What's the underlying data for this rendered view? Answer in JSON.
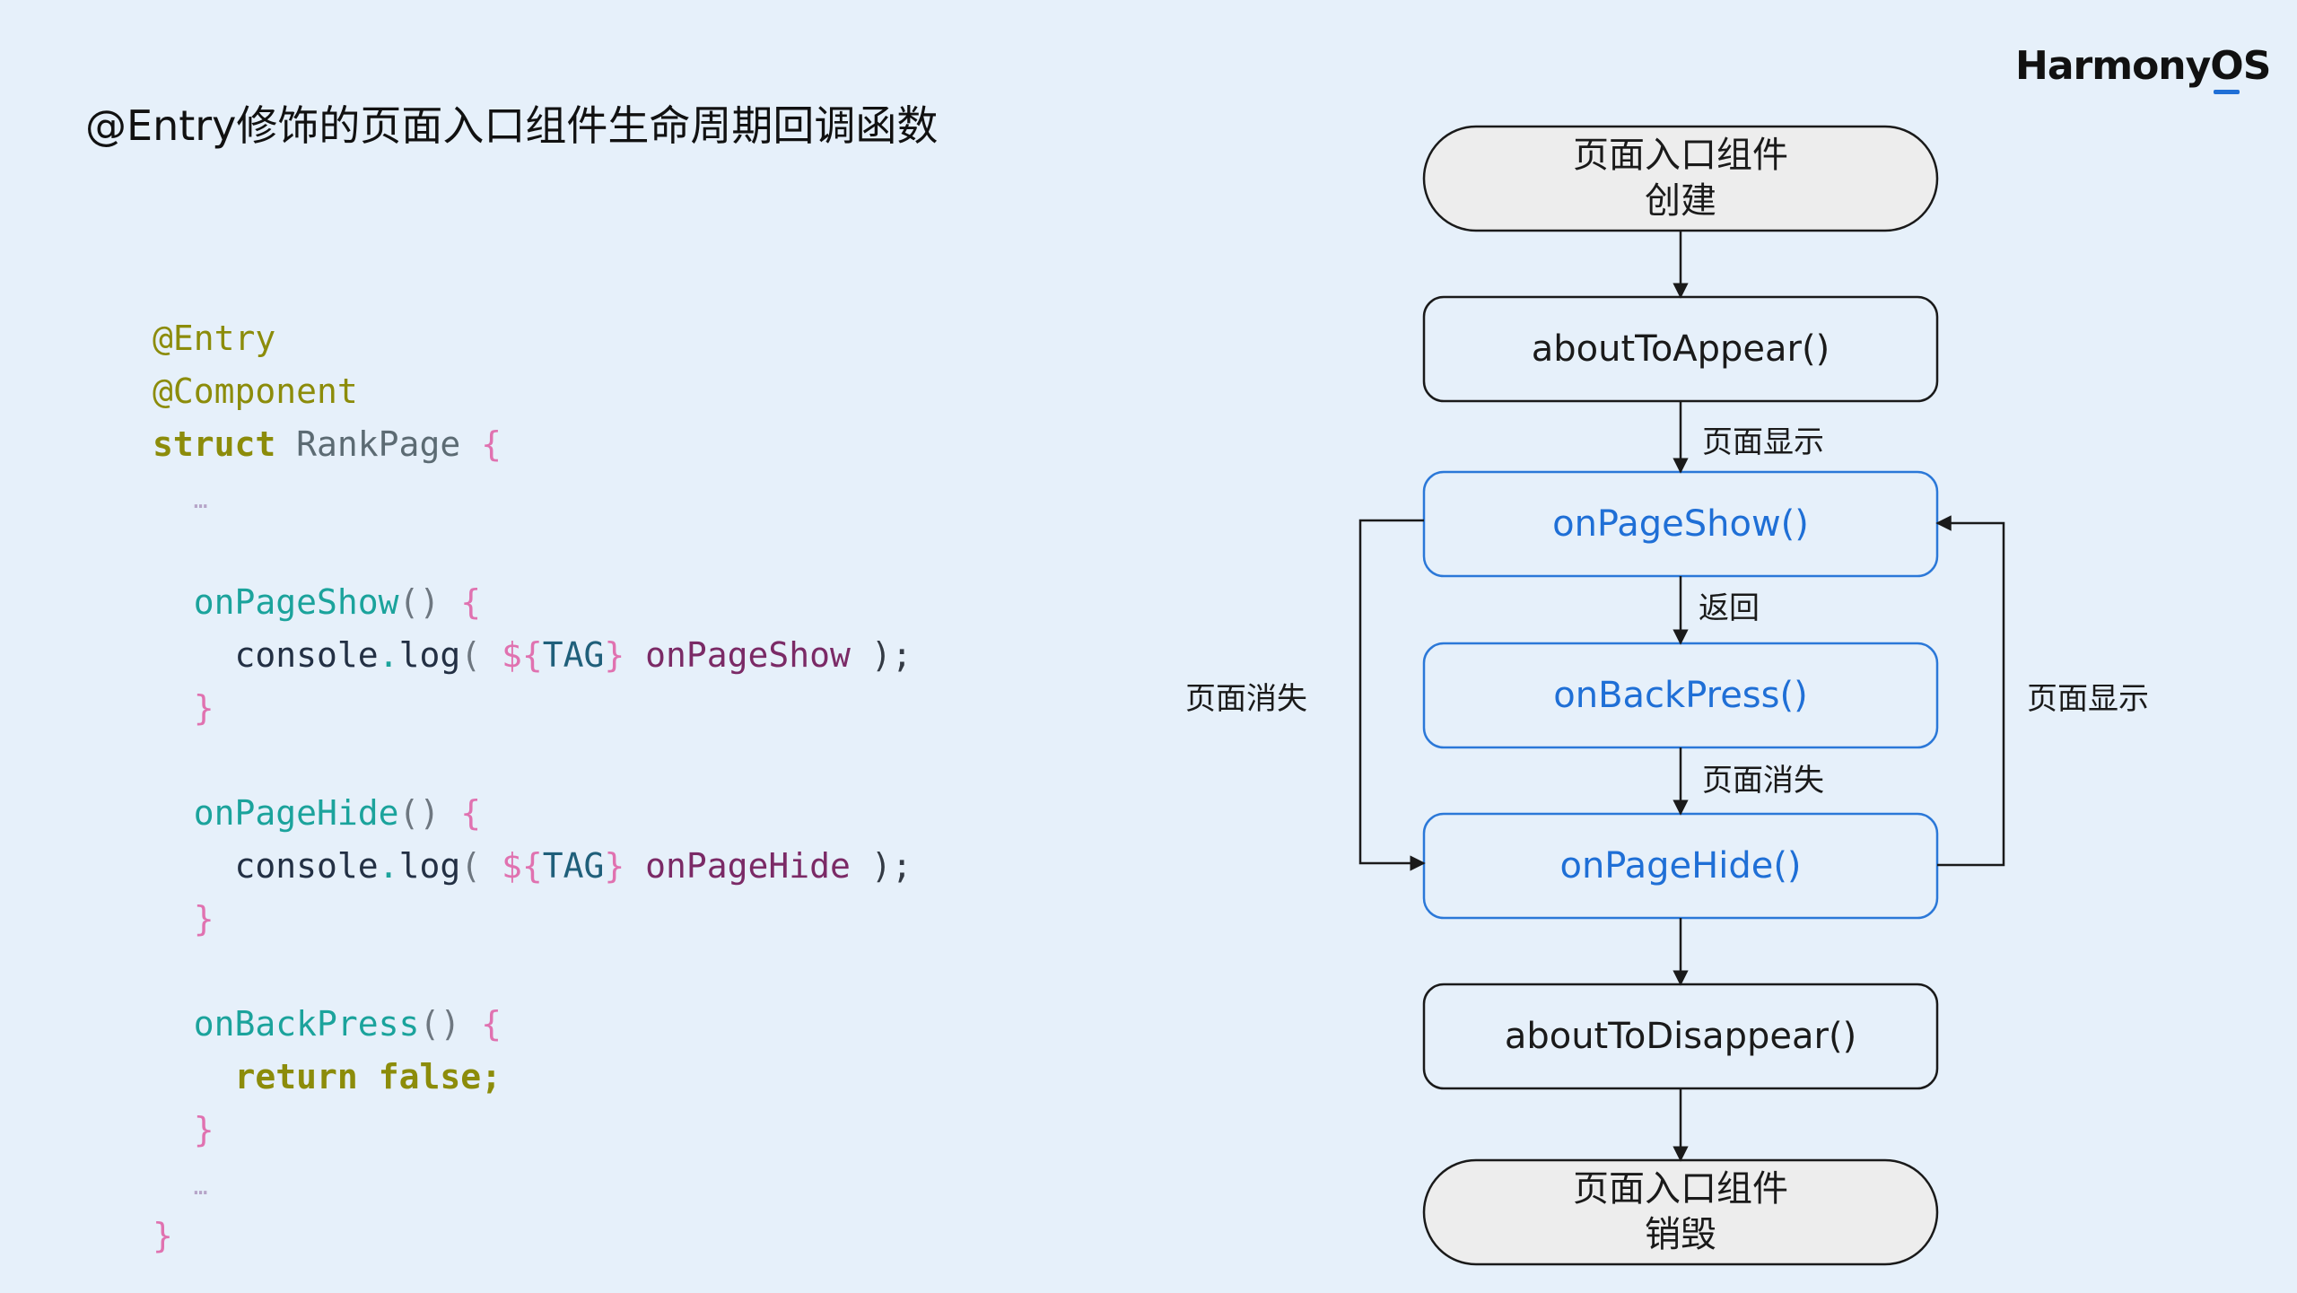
{
  "brand": {
    "logo_main": "Harmony",
    "logo_o": "O",
    "logo_tail": "S"
  },
  "title": "@Entry修饰的页面入口组件生命周期回调函数",
  "code": {
    "line1": "@Entry",
    "line2": "@Component",
    "line3_kw": "struct",
    "line3_name": "RankPage",
    "open_brace": "{",
    "close_brace": "}",
    "ellipsis": "…",
    "onPageShow_fn": "onPageShow",
    "onPageHide_fn": "onPageHide",
    "onBackPress_fn": "onBackPress",
    "parens": "()",
    "console": "console",
    "log": "log",
    "dot": ".",
    "log_open": "( ",
    "tpl_open": "${",
    "tpl_var": "TAG",
    "tpl_close": "}",
    "msg_show": "onPageShow",
    "msg_hide": "onPageHide",
    "log_close": " );",
    "return_kw": "return",
    "false_kw": "false;"
  },
  "diagram": {
    "nodes": {
      "create_l1": "页面入口组件",
      "create_l2": "创建",
      "aboutToAppear": "aboutToAppear()",
      "onPageShow": "onPageShow()",
      "onBackPress": "onBackPress()",
      "onPageHide": "onPageHide()",
      "aboutToDisappear": "aboutToDisappear()",
      "destroy_l1": "页面入口组件",
      "destroy_l2": "销毁"
    },
    "edge_labels": {
      "show_top": "页面显示",
      "back": "返回",
      "hide_mid": "页面消失",
      "left_loop": "页面消失",
      "right_loop": "页面显示"
    },
    "colors": {
      "blue_text": "#1f6fd6",
      "blue_border": "#2b78d8",
      "node_fill": "#e6f0fa",
      "terminal_fill": "#ededed",
      "stroke": "#1a1a1a"
    }
  }
}
